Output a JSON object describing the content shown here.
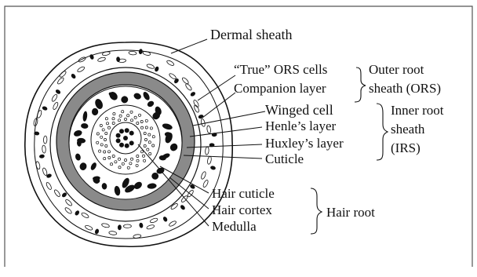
{
  "labels": {
    "dermal_sheath": "Dermal sheath",
    "true_ors_cells": "“True” ORS cells",
    "companion_layer": "Companion layer",
    "winged_cell": "Winged cell",
    "henles_layer": "Henle’s layer",
    "huxleys_layer": "Huxley’s layer",
    "cuticle": "Cuticle",
    "hair_cuticle": "Hair cuticle",
    "hair_cortex": "Hair cortex",
    "medulla": "Medulla"
  },
  "groups": {
    "ors": {
      "line1": "Outer root",
      "line2": "sheath (ORS)"
    },
    "irs": {
      "line1": "Inner root",
      "line2": "sheath",
      "line3": "(IRS)"
    },
    "hair_root": "Hair root"
  },
  "colors": {
    "ink": "#111111",
    "gray_band": "#8a8a8a",
    "frame": "#555555"
  }
}
